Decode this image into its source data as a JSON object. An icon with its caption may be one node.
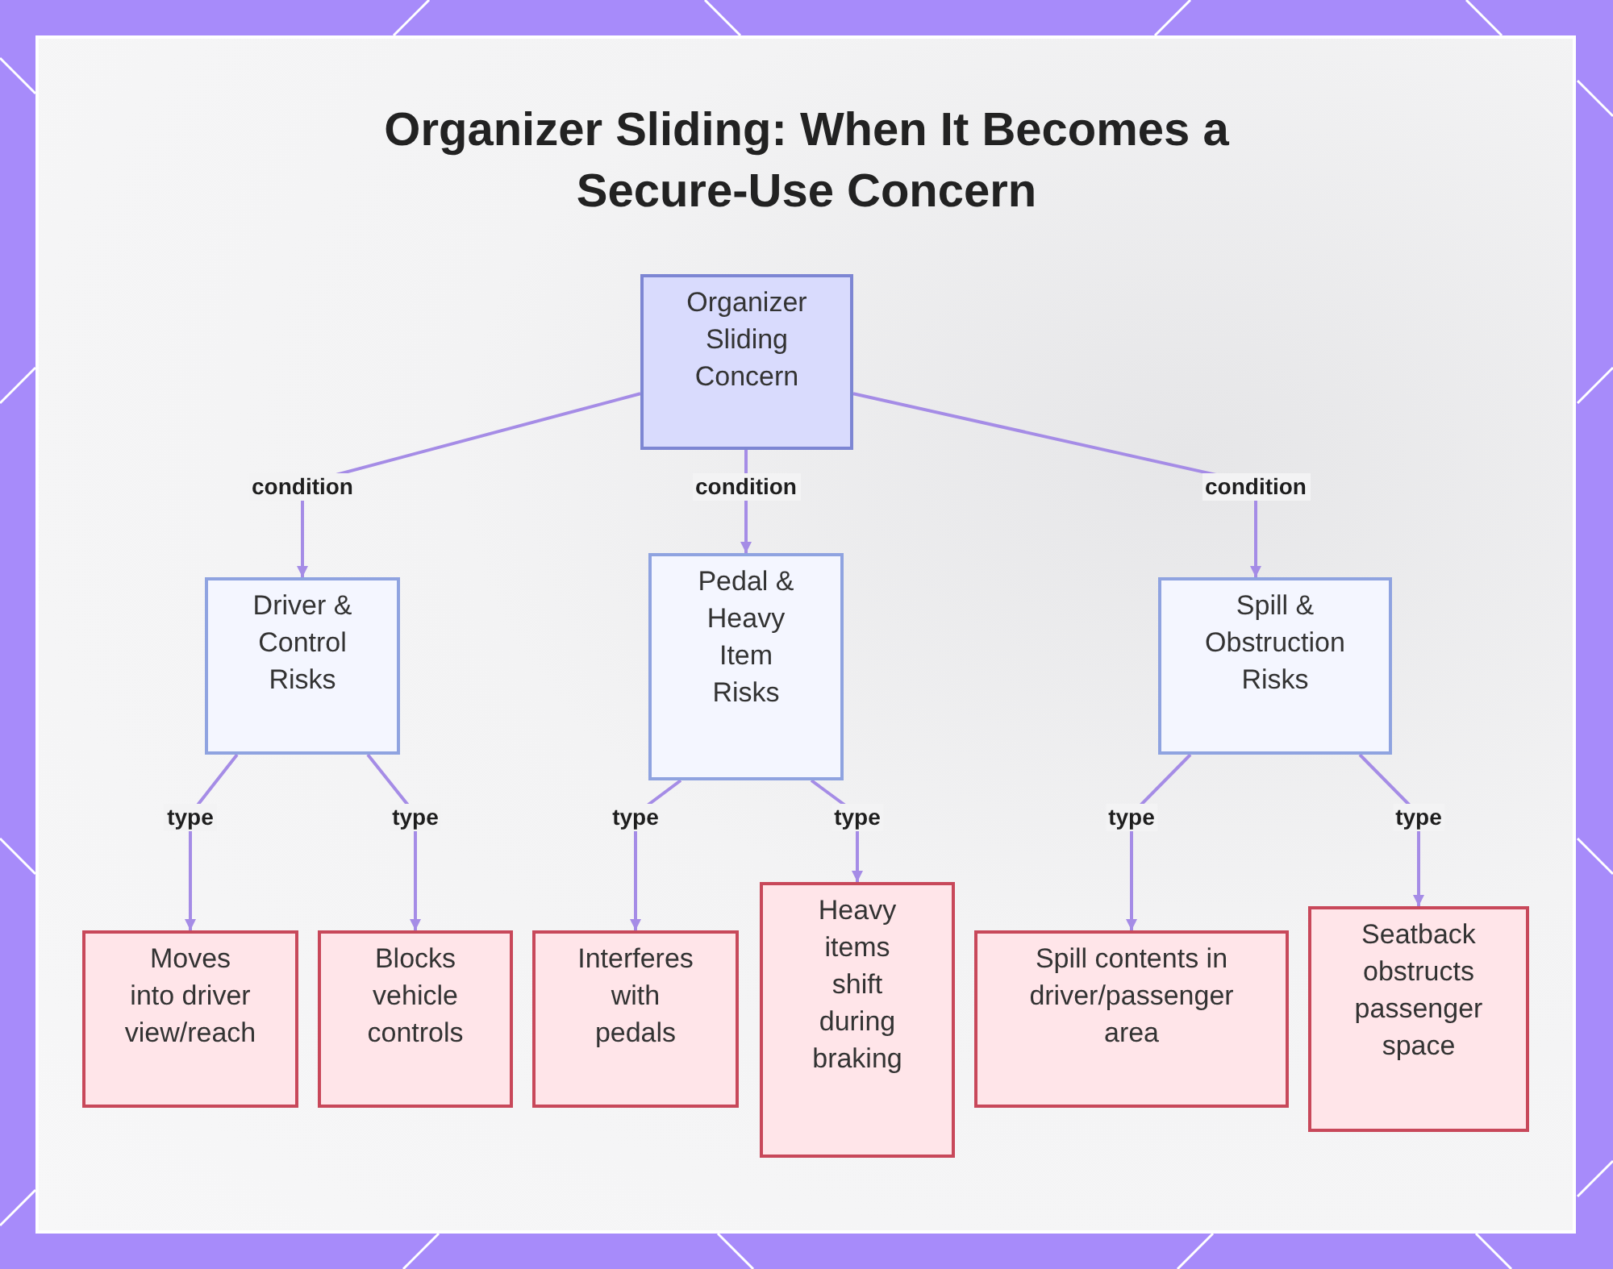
{
  "diagram": {
    "title": "Organizer Sliding: When It Becomes a Secure-Use Concern",
    "nodes": [
      {
        "text": [
          "Organizer Sliding Concern"
        ]
      },
      {
        "text": [
          "Driver & Control Risks"
        ]
      },
      {
        "text": [
          "Pedal & Heavy Item Risks"
        ]
      },
      {
        "text": [
          "Spill & Obstruction Risks"
        ]
      },
      {
        "text": [
          "Moves into driver view/reach"
        ]
      },
      {
        "text": [
          "Blocks vehicle controls"
        ]
      },
      {
        "text": [
          "Interferes with pedals"
        ]
      },
      {
        "text": [
          "Heavy items shift during braking"
        ]
      },
      {
        "text": [
          "Spill contents in driver/passenger area"
        ]
      },
      {
        "text": [
          "Seatback obstructs passenger space"
        ]
      }
    ],
    "edges": [
      {
        "from": 0,
        "to": 1,
        "arrow": "to",
        "label": "condition"
      },
      {
        "from": 0,
        "to": 2,
        "arrow": "to",
        "label": "condition"
      },
      {
        "from": 0,
        "to": 3,
        "arrow": "to",
        "label": "condition"
      },
      {
        "from": 1,
        "to": 4,
        "arrow": "to",
        "label": "type"
      },
      {
        "from": 1,
        "to": 5,
        "arrow": "to",
        "label": "type"
      },
      {
        "from": 2,
        "to": 6,
        "arrow": "to",
        "label": "type"
      },
      {
        "from": 2,
        "to": 7,
        "arrow": "to",
        "label": "type"
      },
      {
        "from": 3,
        "to": 8,
        "arrow": "to",
        "label": "type"
      },
      {
        "from": 3,
        "to": 9,
        "arrow": "to",
        "label": "type"
      }
    ]
  }
}
